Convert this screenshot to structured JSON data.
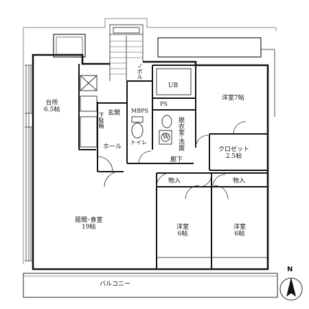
{
  "rooms": {
    "kitchen": {
      "name": "台所",
      "size": "6.5帖"
    },
    "living": {
      "name": "居間･食室",
      "size": "19帖"
    },
    "western7": {
      "name": "洋室7帖"
    },
    "closet": {
      "name": "クロゼット",
      "size": "2.5帖"
    },
    "western_a": {
      "name": "洋室",
      "size": "6帖"
    },
    "western_b": {
      "name": "洋室",
      "size": "6帖"
    },
    "storage_a": {
      "name": "物入"
    },
    "storage_b": {
      "name": "物入"
    },
    "entrance": {
      "name": "玄関"
    },
    "shoebox": {
      "name": "下駄箱"
    },
    "hall": {
      "name": "ホール"
    },
    "corridor": {
      "name": "廊下"
    },
    "toilet": {
      "name": "トイレ"
    },
    "washroom": {
      "name": "脱衣室･洗面"
    },
    "unit_bath": {
      "name": "UB"
    },
    "mbps": {
      "name": "MBPS"
    },
    "ps": {
      "name": "PS"
    },
    "washer": {
      "name": "W"
    },
    "balcony": {
      "name": "バルコニー"
    },
    "stairs_arrow": {
      "name": "ノボル"
    }
  },
  "compass": {
    "label": "N"
  }
}
